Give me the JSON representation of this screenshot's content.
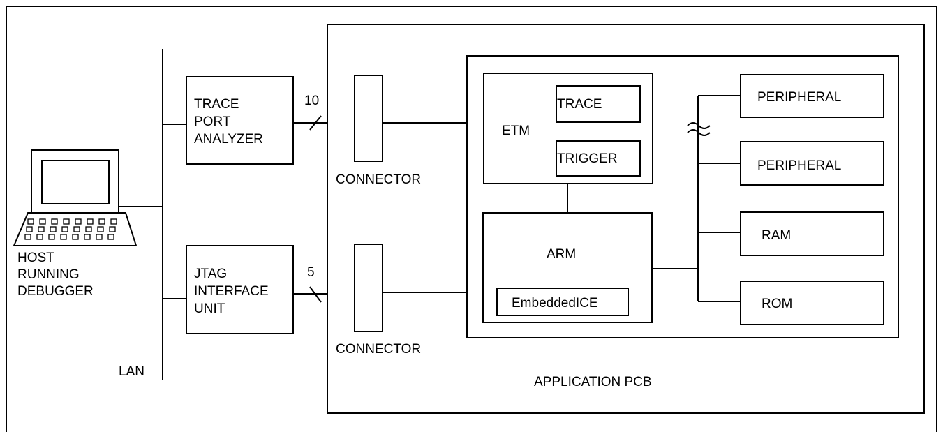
{
  "host": {
    "line1": "HOST",
    "line2": "RUNNING",
    "line3": "DEBUGGER"
  },
  "lan": "LAN",
  "trace_port_analyzer": {
    "line1": "TRACE",
    "line2": "PORT",
    "line3": "ANALYZER"
  },
  "jtag_interface_unit": {
    "line1": "JTAG",
    "line2": "INTERFACE",
    "line3": "UNIT"
  },
  "bus_width_trace": "10",
  "bus_width_jtag": "5",
  "connector_top": "CONNECTOR",
  "connector_bottom": "CONNECTOR",
  "etm": {
    "label": "ETM",
    "trace": "TRACE",
    "trigger": "TRIGGER"
  },
  "arm": {
    "label": "ARM",
    "embedded_ice": "EmbeddedICE"
  },
  "peripheral_1": "PERIPHERAL",
  "peripheral_2": "PERIPHERAL",
  "ram": "RAM",
  "rom": "ROM",
  "application_pcb": "APPLICATION PCB"
}
